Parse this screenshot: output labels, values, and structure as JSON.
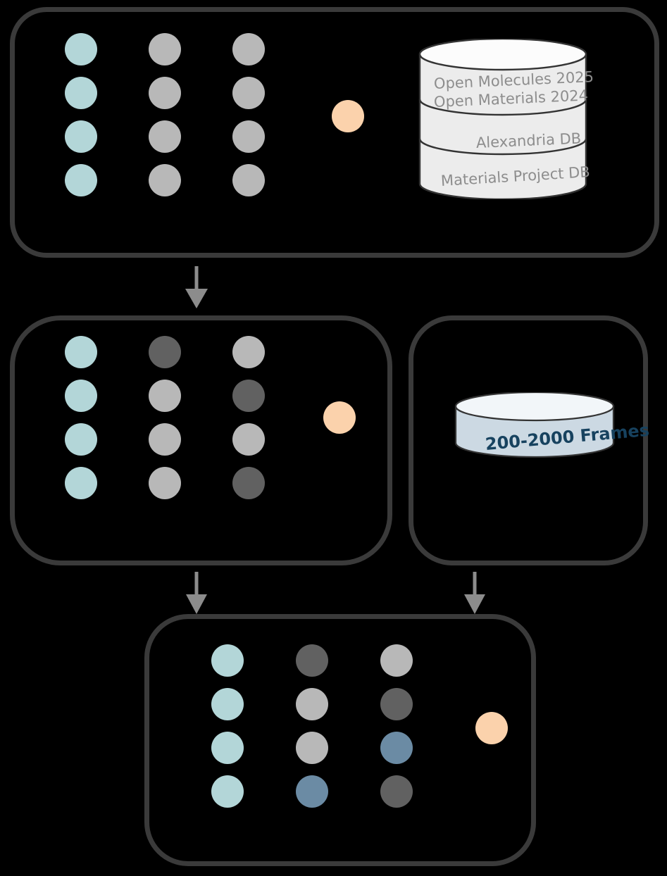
{
  "diagram": {
    "title": "Dataset and training pipeline diagram",
    "background_color": "#000000",
    "panel_border_color": "#3a3a3a",
    "arrow_color": "#8c8c8c"
  },
  "palette": {
    "teal": "#b3d6d8",
    "gray_light": "#b8b8b8",
    "gray_dark": "#616161",
    "steel_blue": "#6b8ba4",
    "orange": "#fbd2ac",
    "cylinder_body": "#ececec",
    "cylinder_top": "#fcfcfc",
    "cylinder_stroke": "#333333",
    "frames_body": "#ccd9e3",
    "frames_top": "#f2f6f9",
    "db_text": "#8d8d8d",
    "frames_text": "#17425f"
  },
  "panels": [
    {
      "id": "panel-1",
      "name": "pretraining-stage-panel",
      "columns": [
        {
          "name": "input-column",
          "colors": [
            "teal",
            "teal",
            "teal",
            "teal"
          ]
        },
        {
          "name": "hidden-column-1",
          "colors": [
            "gray_light",
            "gray_light",
            "gray_light",
            "gray_light"
          ]
        },
        {
          "name": "hidden-column-2",
          "colors": [
            "gray_light",
            "gray_light",
            "gray_light",
            "gray_light"
          ]
        }
      ],
      "output_node_color": "orange"
    },
    {
      "id": "panel-2",
      "name": "finetuning-stage-panel",
      "columns": [
        {
          "name": "input-column",
          "colors": [
            "teal",
            "teal",
            "teal",
            "teal"
          ]
        },
        {
          "name": "hidden-column-1",
          "colors": [
            "gray_dark",
            "gray_light",
            "gray_light",
            "gray_light"
          ]
        },
        {
          "name": "hidden-column-2",
          "colors": [
            "gray_light",
            "gray_dark",
            "gray_light",
            "gray_dark"
          ]
        }
      ],
      "output_node_color": "orange"
    },
    {
      "id": "panel-3",
      "name": "final-model-panel",
      "columns": [
        {
          "name": "input-column",
          "colors": [
            "teal",
            "teal",
            "teal",
            "teal"
          ]
        },
        {
          "name": "hidden-column-1",
          "colors": [
            "gray_dark",
            "gray_light",
            "gray_light",
            "steel_blue"
          ]
        },
        {
          "name": "hidden-column-2",
          "colors": [
            "gray_light",
            "gray_dark",
            "steel_blue",
            "gray_dark"
          ]
        }
      ],
      "output_node_color": "orange"
    },
    {
      "id": "panel-4",
      "name": "frames-dataset-panel",
      "columns": [],
      "output_node_color": null
    }
  ],
  "database_stack": {
    "name": "reference-database-cylinder",
    "segments": [
      {
        "label": "Open Molecules 2025"
      },
      {
        "label": "Open Materials 2024"
      },
      {
        "label": "Alexandria DB"
      },
      {
        "label": "Materials Project DB"
      }
    ]
  },
  "frames_cylinder": {
    "name": "frames-dataset-cylinder",
    "label": "200-2000 Frames"
  },
  "arrows": [
    {
      "name": "arrow-panel1-to-panel2",
      "from": "panel-1",
      "to": "panel-2"
    },
    {
      "name": "arrow-panel2-to-panel3",
      "from": "panel-2",
      "to": "panel-3"
    },
    {
      "name": "arrow-panel4-to-panel3",
      "from": "panel-4",
      "to": "panel-3"
    }
  ]
}
